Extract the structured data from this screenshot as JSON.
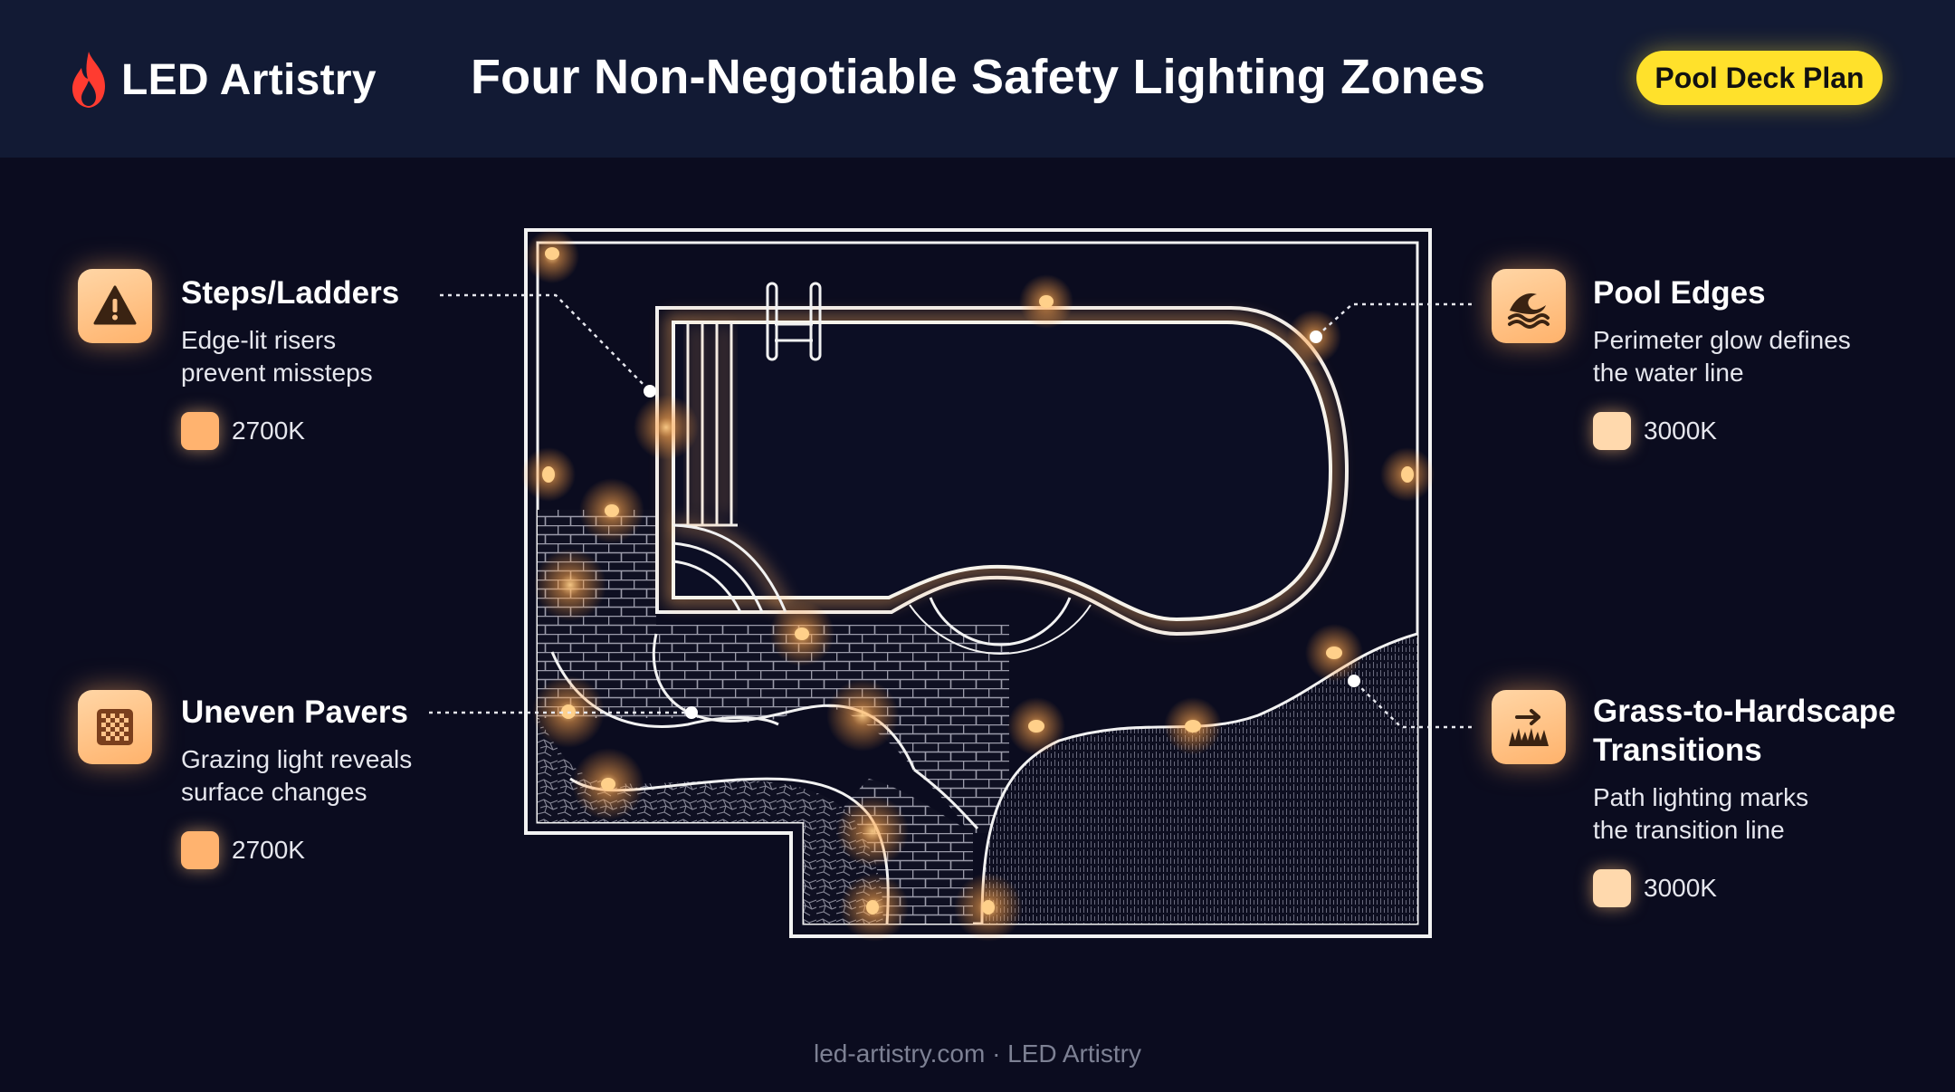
{
  "header": {
    "brand_name": "LED Artistry",
    "title": "Four Non-Negotiable Safety Lighting Zones",
    "badge": "Pool Deck Plan"
  },
  "zones": [
    {
      "title_lines": [
        "Steps/Ladders"
      ],
      "description_lines": [
        "Edge-lit risers",
        "prevent missteps"
      ],
      "color_temp": "2700K",
      "icon": "warning-icon",
      "swatch_color": "#ffb36f"
    },
    {
      "title_lines": [
        "Uneven Pavers"
      ],
      "description_lines": [
        "Grazing light reveals",
        "surface changes"
      ],
      "color_temp": "2700K",
      "icon": "texture-grid-icon",
      "swatch_color": "#ffb36f"
    },
    {
      "title_lines": [
        "Pool Edges"
      ],
      "description_lines": [
        "Perimeter glow defines",
        "the water line"
      ],
      "color_temp": "3000K",
      "icon": "wave-icon",
      "swatch_color": "#ffd9ad"
    },
    {
      "title_lines": [
        "Grass-to-Hardscape",
        "Transitions"
      ],
      "description_lines": [
        "Path lighting marks",
        "the transition line"
      ],
      "color_temp": "3000K",
      "icon": "grass-arrow-icon",
      "swatch_color": "#ffd9ad"
    }
  ],
  "colors": {
    "background": "#0b0c1f",
    "header_background": "#121a34",
    "badge": "#ffe12b",
    "brand_flame": "#ff3b30",
    "light_glow": "#ffb060",
    "plan_lines": "#f2f2f2"
  },
  "footer": "led-artistry.com · LED Artistry"
}
